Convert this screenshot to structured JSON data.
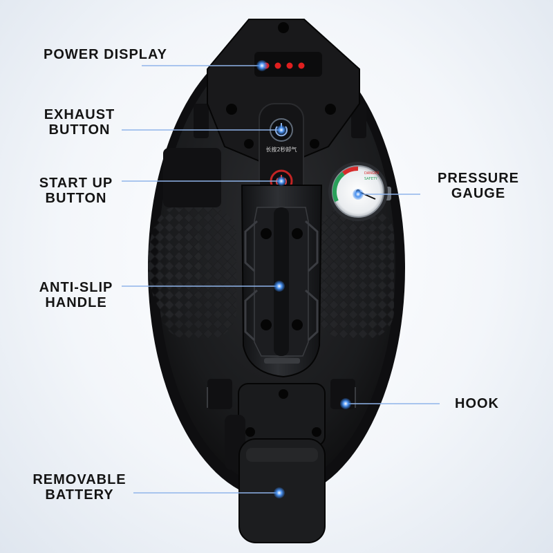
{
  "callouts": {
    "power_display": "POWER DISPLAY",
    "exhaust_button": [
      "EXHAUST",
      "BUTTON"
    ],
    "start_up_button": [
      "START UP",
      "BUTTON"
    ],
    "anti_slip_handle": [
      "ANTI-SLIP",
      "HANDLE"
    ],
    "removable_battery": [
      "REMOVABLE",
      "BATTERY"
    ],
    "pressure_gauge": [
      "PRESSURE",
      "GAUGE"
    ],
    "hook": "HOOK"
  },
  "device": {
    "button_caption": "长按2秒卸气",
    "gauge_zone_danger": "DANGER",
    "gauge_zone_safety": "SAFETY"
  },
  "colors": {
    "body": "#1b1c1e",
    "accent_line": "#8fb4ea",
    "dot": "#2f7ce6",
    "led": "#e01f1f",
    "gauge_green": "#2aa05a",
    "gauge_red": "#d62b2b"
  }
}
